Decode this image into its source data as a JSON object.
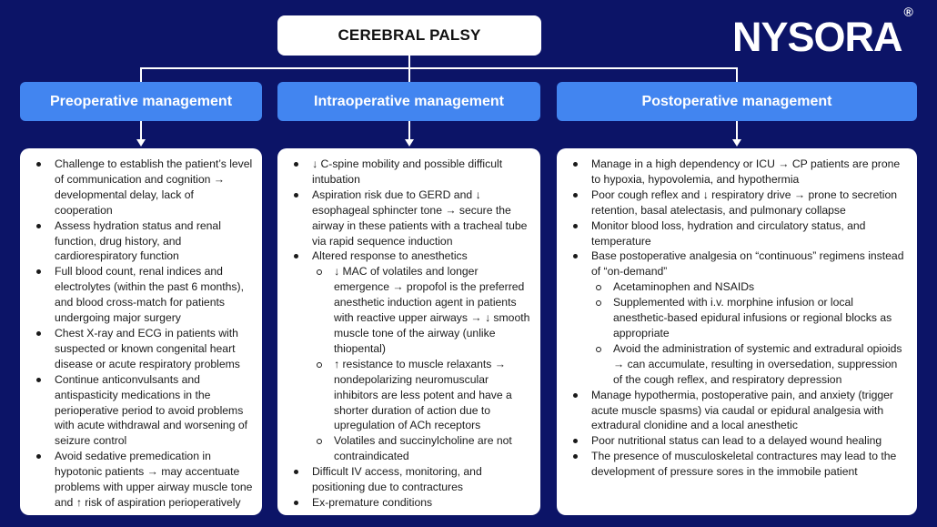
{
  "title": "CEREBRAL PALSY",
  "logo": {
    "text": "NYSORA",
    "mark": "®"
  },
  "colors": {
    "background": "#0c1467",
    "header_blue": "#4285f0",
    "box_white": "#ffffff"
  },
  "columns": [
    {
      "header": "Preoperative management",
      "items": [
        {
          "text": "Challenge to establish the patient’s level of communication and cognition → developmental delay, lack of cooperation"
        },
        {
          "text": "Assess hydration status and renal function, drug history, and cardiorespiratory function"
        },
        {
          "text": "Full blood count, renal indices and electrolytes (within the past 6 months), and blood cross-match for patients undergoing major surgery"
        },
        {
          "text": "Chest X-ray and ECG in patients with suspected or known congenital heart disease or acute respiratory problems"
        },
        {
          "text": "Continue anticonvulsants and antispasticity medications in the perioperative period to avoid problems with acute withdrawal and worsening of seizure control"
        },
        {
          "text": "Avoid sedative premedication in hypotonic patients → may accentuate problems with upper airway muscle tone and ↑ risk of aspiration perioperatively"
        }
      ]
    },
    {
      "header": "Intraoperative management",
      "items": [
        {
          "text": "↓ C-spine mobility and possible difficult intubation"
        },
        {
          "text": "Aspiration risk due to GERD and ↓ esophageal sphincter tone → secure the airway in these patients with a tracheal tube via rapid sequence induction"
        },
        {
          "text": "Altered response to anesthetics",
          "sub": [
            "↓ MAC of volatiles and longer emergence → propofol is the preferred anesthetic induction agent in patients with reactive upper airways → ↓ smooth muscle tone of the airway (unlike thiopental)",
            "↑ resistance to muscle relaxants → nondepolarizing neuromuscular inhibitors are less potent and have a shorter duration of action due to upregulation of ACh receptors",
            "Volatiles and succinylcholine are not contraindicated"
          ]
        },
        {
          "text": "Difficult IV access, monitoring, and positioning due to contractures"
        },
        {
          "text": "Ex-premature conditions"
        }
      ]
    },
    {
      "header": "Postoperative management",
      "items": [
        {
          "text": "Manage in a high dependency or ICU → CP patients are prone to hypoxia, hypovolemia, and hypothermia"
        },
        {
          "text": "Poor cough reflex and ↓ respiratory drive → prone to secretion retention, basal atelectasis, and pulmonary collapse"
        },
        {
          "text": "Monitor blood loss, hydration and circulatory status, and temperature"
        },
        {
          "text": "Base postoperative analgesia on “continuous” regimens instead of “on-demand”",
          "sub": [
            "Acetaminophen and NSAIDs",
            "Supplemented with i.v. morphine infusion or local anesthetic-based epidural infusions or regional blocks as appropriate",
            "Avoid the administration of systemic and extradural opioids → can accumulate, resulting in oversedation, suppression of the cough reflex, and respiratory depression"
          ]
        },
        {
          "text": "Manage hypothermia, postoperative pain, and anxiety (trigger acute muscle spasms) via caudal or epidural analgesia with extradural clonidine and a local anesthetic"
        },
        {
          "text": "Poor nutritional status can lead to a delayed wound healing"
        },
        {
          "text": "The presence of musculoskeletal contractures may lead to the development of pressure sores in the immobile patient"
        }
      ]
    }
  ]
}
